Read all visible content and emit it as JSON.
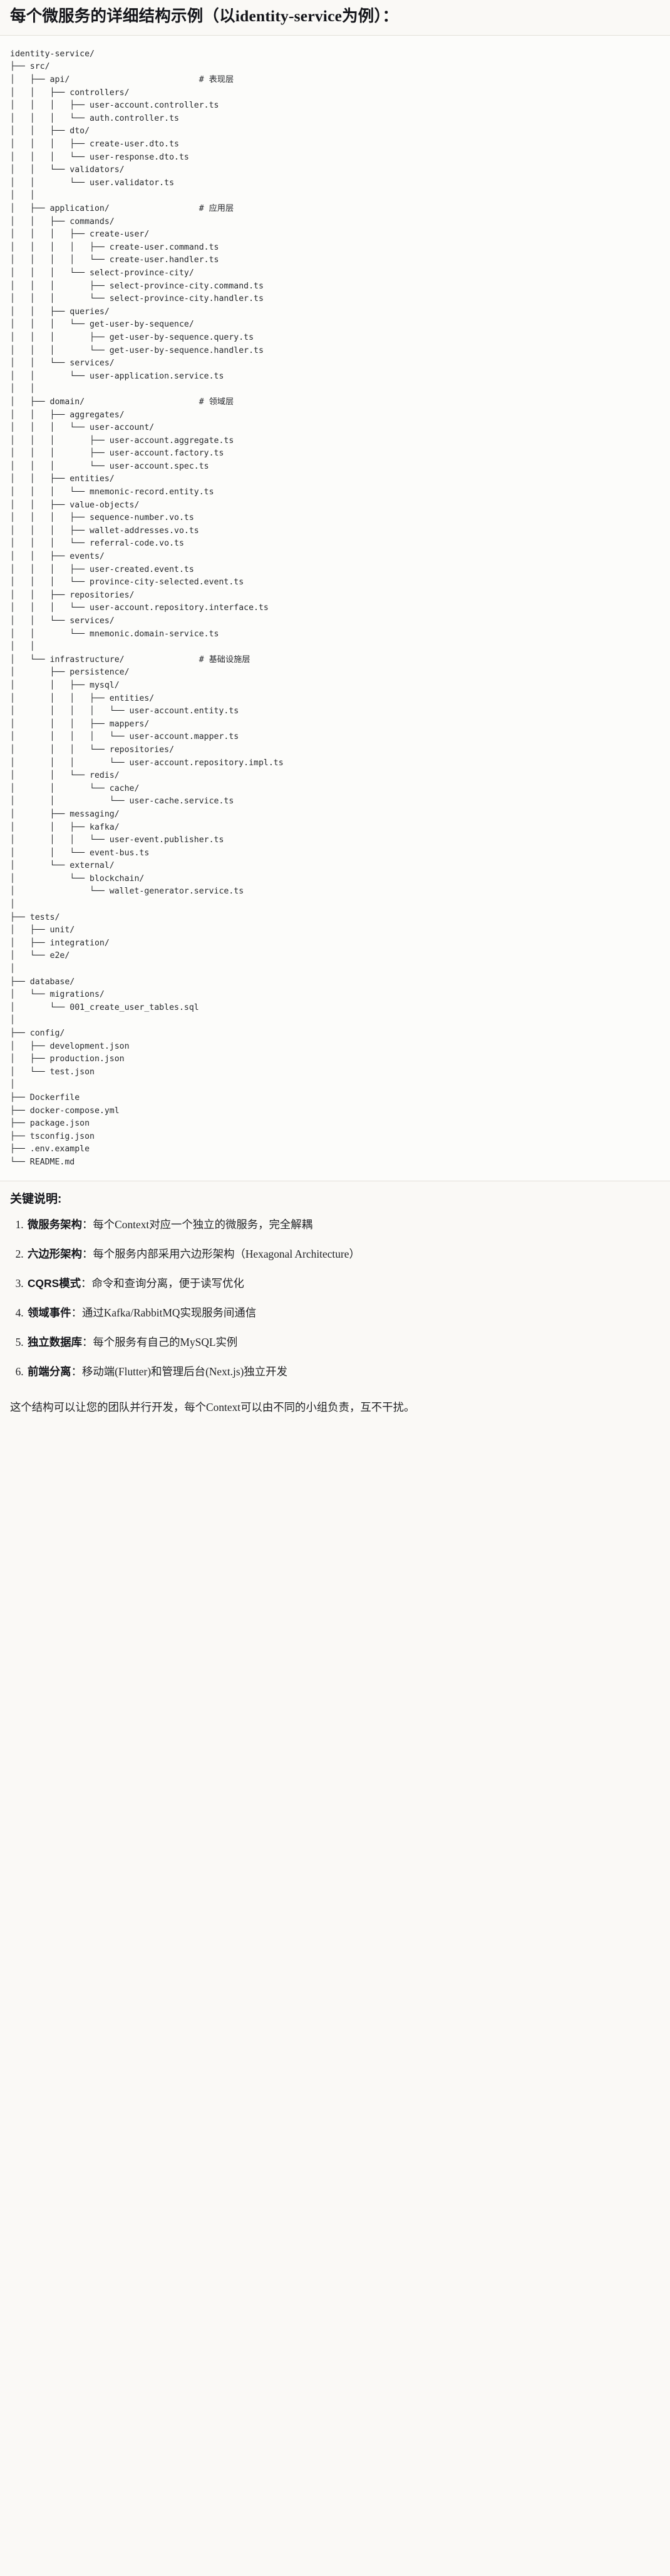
{
  "document": {
    "title": "每个微服务的详细结构示例（以identity-service为例）：",
    "accent_color": "#14151a",
    "background_color": "#faf9f6",
    "code_background_color": "#fcfcfa",
    "divider_color": "#e2e0da"
  },
  "tree": {
    "root": "identity-service/",
    "comments": {
      "api": "# 表现层",
      "application": "# 应用层",
      "domain": "# 领域层",
      "infrastructure": "# 基础设施层"
    },
    "text": "identity-service/\n├── src/\n│   ├── api/                          # 表现层\n│   │   ├── controllers/\n│   │   │   ├── user-account.controller.ts\n│   │   │   └── auth.controller.ts\n│   │   ├── dto/\n│   │   │   ├── create-user.dto.ts\n│   │   │   └── user-response.dto.ts\n│   │   └── validators/\n│   │       └── user.validator.ts\n│   │\n│   ├── application/                  # 应用层\n│   │   ├── commands/\n│   │   │   ├── create-user/\n│   │   │   │   ├── create-user.command.ts\n│   │   │   │   └── create-user.handler.ts\n│   │   │   └── select-province-city/\n│   │   │       ├── select-province-city.command.ts\n│   │   │       └── select-province-city.handler.ts\n│   │   ├── queries/\n│   │   │   └── get-user-by-sequence/\n│   │   │       ├── get-user-by-sequence.query.ts\n│   │   │       └── get-user-by-sequence.handler.ts\n│   │   └── services/\n│   │       └── user-application.service.ts\n│   │\n│   ├── domain/                       # 领域层\n│   │   ├── aggregates/\n│   │   │   └── user-account/\n│   │   │       ├── user-account.aggregate.ts\n│   │   │       ├── user-account.factory.ts\n│   │   │       └── user-account.spec.ts\n│   │   ├── entities/\n│   │   │   └── mnemonic-record.entity.ts\n│   │   ├── value-objects/\n│   │   │   ├── sequence-number.vo.ts\n│   │   │   ├── wallet-addresses.vo.ts\n│   │   │   └── referral-code.vo.ts\n│   │   ├── events/\n│   │   │   ├── user-created.event.ts\n│   │   │   └── province-city-selected.event.ts\n│   │   ├── repositories/\n│   │   │   └── user-account.repository.interface.ts\n│   │   └── services/\n│   │       └── mnemonic.domain-service.ts\n│   │\n│   └── infrastructure/               # 基础设施层\n│       ├── persistence/\n│       │   ├── mysql/\n│       │   │   ├── entities/\n│       │   │   │   └── user-account.entity.ts\n│       │   │   ├── mappers/\n│       │   │   │   └── user-account.mapper.ts\n│       │   │   └── repositories/\n│       │   │       └── user-account.repository.impl.ts\n│       │   └── redis/\n│       │       └── cache/\n│       │           └── user-cache.service.ts\n│       ├── messaging/\n│       │   ├── kafka/\n│       │   │   └── user-event.publisher.ts\n│       │   └── event-bus.ts\n│       └── external/\n│           └── blockchain/\n│               └── wallet-generator.service.ts\n│\n├── tests/\n│   ├── unit/\n│   ├── integration/\n│   └── e2e/\n│\n├── database/\n│   └── migrations/\n│       └── 001_create_user_tables.sql\n│\n├── config/\n│   ├── development.json\n│   ├── production.json\n│   └── test.json\n│\n├── Dockerfile\n├── docker-compose.yml\n├── package.json\n├── tsconfig.json\n├── .env.example\n└── README.md"
  },
  "notes": {
    "heading": "关键说明:",
    "items": [
      {
        "term": "微服务架构",
        "separator": "：",
        "body": "每个Context对应一个独立的微服务，完全解耦"
      },
      {
        "term": "六边形架构",
        "separator": "：",
        "body": "每个服务内部采用六边形架构（Hexagonal Architecture）"
      },
      {
        "term": "CQRS模式",
        "separator": "：",
        "body": "命令和查询分离，便于读写优化"
      },
      {
        "term": "领域事件",
        "separator": "：",
        "body": "通过Kafka/RabbitMQ实现服务间通信"
      },
      {
        "term": "独立数据库",
        "separator": "：",
        "body": "每个服务有自己的MySQL实例"
      },
      {
        "term": "前端分离",
        "separator": "：",
        "body": "移动端(Flutter)和管理后台(Next.js)独立开发"
      }
    ],
    "closing": "这个结构可以让您的团队并行开发，每个Context可以由不同的小组负责，互不干扰。"
  }
}
